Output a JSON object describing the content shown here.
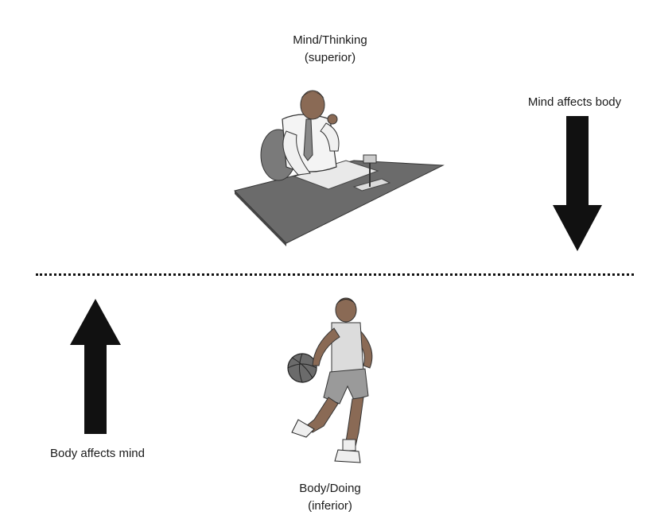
{
  "top": {
    "title": "Mind/Thinking",
    "subtitle": "(superior)"
  },
  "bottom": {
    "title": "Body/Doing",
    "subtitle": "(inferior)"
  },
  "arrows": {
    "down_label": "Mind affects body",
    "up_label": "Body affects mind"
  },
  "colors": {
    "ink": "#111111",
    "desk": "#6b6b6b",
    "skin": "#8a6a55"
  }
}
